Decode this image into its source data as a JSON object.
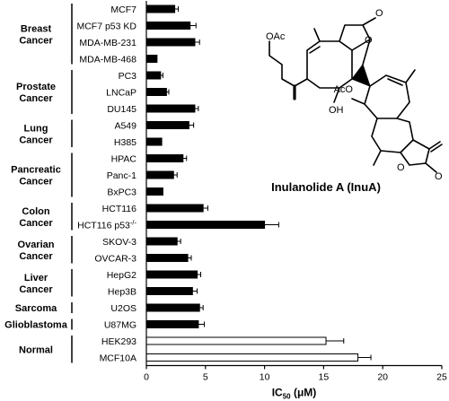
{
  "chart_data": {
    "type": "bar",
    "orientation": "horizontal",
    "xlabel": "IC",
    "xlabel_sub": "50",
    "xlabel_unit": " (μM)",
    "xlim": [
      0,
      25
    ],
    "xticks": [
      0,
      5,
      10,
      15,
      20,
      25
    ],
    "groups": [
      {
        "label": [
          "Breast",
          "Cancer"
        ],
        "members": [
          "MCF7",
          "MCF7 p53 KD",
          "MDA-MB-231",
          "MDA-MB-468"
        ]
      },
      {
        "label": [
          "Prostate",
          "Cancer"
        ],
        "members": [
          "PC3",
          "LNCaP",
          "DU145"
        ]
      },
      {
        "label": [
          "Lung",
          "Cancer"
        ],
        "members": [
          "A549",
          "H385"
        ]
      },
      {
        "label": [
          "Pancreatic",
          "Cancer"
        ],
        "members": [
          "HPAC",
          "Panc-1",
          "BxPC3"
        ]
      },
      {
        "label": [
          "Colon",
          "Cancer"
        ],
        "members": [
          "HCT116",
          "HCT116 p53-/-"
        ]
      },
      {
        "label": [
          "Ovarian",
          "Cancer"
        ],
        "members": [
          "SKOV-3",
          "OVCAR-3"
        ]
      },
      {
        "label": [
          "Liver",
          "Cancer"
        ],
        "members": [
          "HepG2",
          "Hep3B"
        ]
      },
      {
        "label": [
          "Sarcoma"
        ],
        "members": [
          "U2OS"
        ]
      },
      {
        "label": [
          "Glioblastoma"
        ],
        "members": [
          "U87MG"
        ]
      },
      {
        "label": [
          "Normal"
        ],
        "members": [
          "HEK293",
          "MCF10A"
        ]
      }
    ],
    "categories": [
      "MCF7",
      "MCF7 p53 KD",
      "MDA-MB-231",
      "MDA-MB-468",
      "PC3",
      "LNCaP",
      "DU145",
      "A549",
      "H385",
      "HPAC",
      "Panc-1",
      "BxPC3",
      "HCT116",
      "HCT116 p53-/-",
      "SKOV-3",
      "OVCAR-3",
      "HepG2",
      "Hep3B",
      "U2OS",
      "U87MG",
      "HEK293",
      "MCF10A"
    ],
    "values": [
      2.4,
      3.7,
      4.1,
      0.9,
      1.2,
      1.7,
      4.1,
      3.6,
      1.3,
      3.1,
      2.3,
      1.4,
      4.8,
      10.0,
      2.6,
      3.5,
      4.3,
      3.9,
      4.5,
      4.4,
      15.2,
      17.9
    ],
    "errors": [
      0.3,
      0.5,
      0.4,
      0.0,
      0.2,
      0.2,
      0.3,
      0.4,
      0.0,
      0.3,
      0.3,
      0.0,
      0.4,
      1.2,
      0.3,
      0.3,
      0.3,
      0.4,
      0.3,
      0.5,
      1.5,
      1.1
    ],
    "fill": [
      "#000000",
      "#000000",
      "#000000",
      "#000000",
      "#000000",
      "#000000",
      "#000000",
      "#000000",
      "#000000",
      "#000000",
      "#000000",
      "#000000",
      "#000000",
      "#000000",
      "#000000",
      "#000000",
      "#000000",
      "#000000",
      "#000000",
      "#000000",
      "#ffffff",
      "#ffffff"
    ]
  },
  "compound": {
    "title": "Inulanolide A (InuA)",
    "labels": {
      "oac": "OAc",
      "aco": "AcO",
      "oh": "OH",
      "o1": "O",
      "o2": "O",
      "o3": "O",
      "o4": "O"
    }
  }
}
